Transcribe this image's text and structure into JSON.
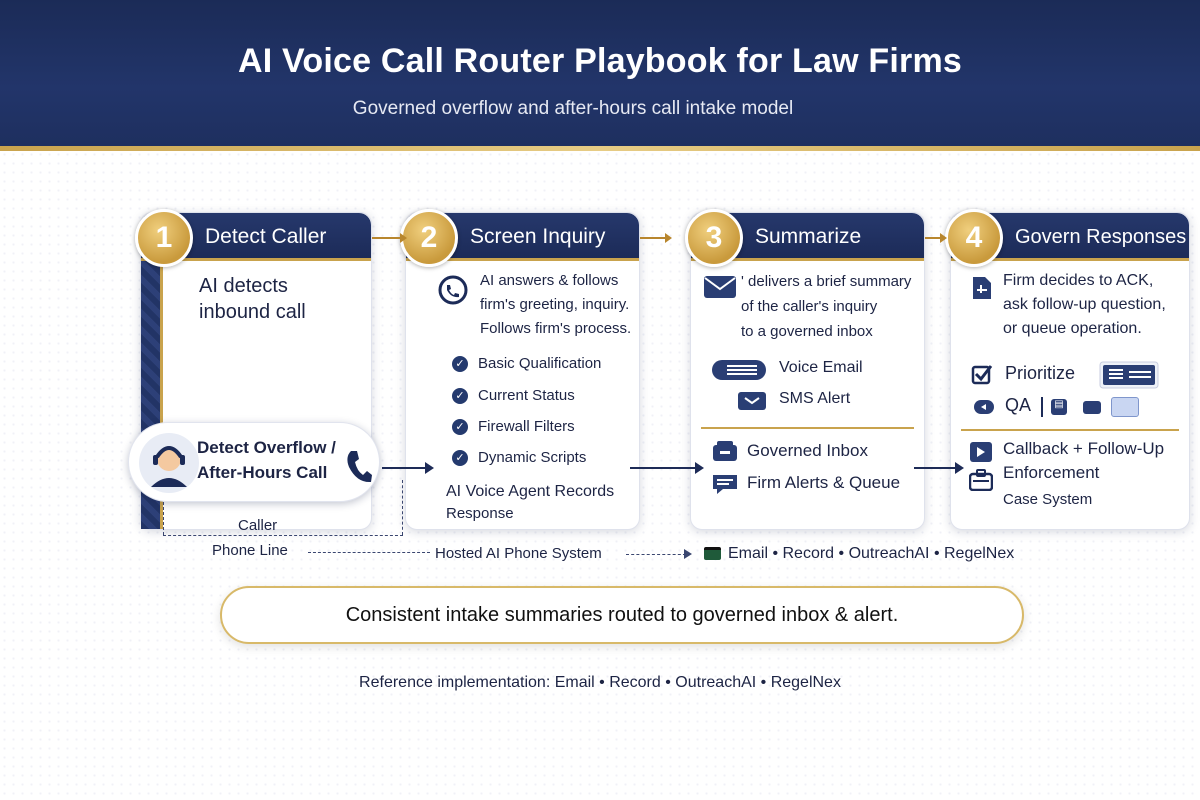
{
  "header": {
    "title": "AI Voice Call Router Playbook for Law Firms",
    "subtitle": "Governed overflow and after-hours call intake model"
  },
  "steps": [
    {
      "number": "1",
      "title": "Detect Caller",
      "body": [
        "AI detects",
        "inbound call"
      ],
      "callout": [
        "Detect Overflow /",
        "After-Hours Call"
      ]
    },
    {
      "number": "2",
      "title": "Screen Inquiry",
      "body": [
        "AI answers & follows",
        "firm's greeting, inquiry.",
        "Follows firm's process."
      ],
      "checks": [
        "Basic Qualification",
        "Current Status",
        "Firewall Filters",
        "Dynamic Scripts"
      ],
      "footer": [
        "AI Voice Agent Records",
        "Response"
      ]
    },
    {
      "number": "3",
      "title": "Summarize Inquiry",
      "body": [
        "' delivers a brief summary",
        "of the caller's inquiry",
        "to a governed inbox"
      ],
      "channels": [
        "Voice Email",
        "SMS Alert"
      ],
      "outputs": [
        "Governed Inbox",
        "Firm Alerts & Queue"
      ]
    },
    {
      "number": "4",
      "title": "Govern Responses",
      "body": [
        "Firm decides to ACK,",
        "ask follow-up question,",
        "or queue operation."
      ],
      "prioritize": "Prioritize",
      "qa": "QA",
      "enforce": [
        "Callback + Follow-Up",
        "Enforcement"
      ],
      "system": "Case System"
    }
  ],
  "flow_labels": {
    "caller": "Caller",
    "phone_line": "Phone Line",
    "hosted": "Hosted AI Phone System",
    "integrations": "Email • Record • OutreachAI • RegelNex"
  },
  "banner": "Consistent intake summaries routed to governed inbox & alert.",
  "footer": "Reference implementation: Email • Record • OutreachAI • RegelNex",
  "colors": {
    "navy": "#1c2b58",
    "gold": "#c9a34d"
  }
}
